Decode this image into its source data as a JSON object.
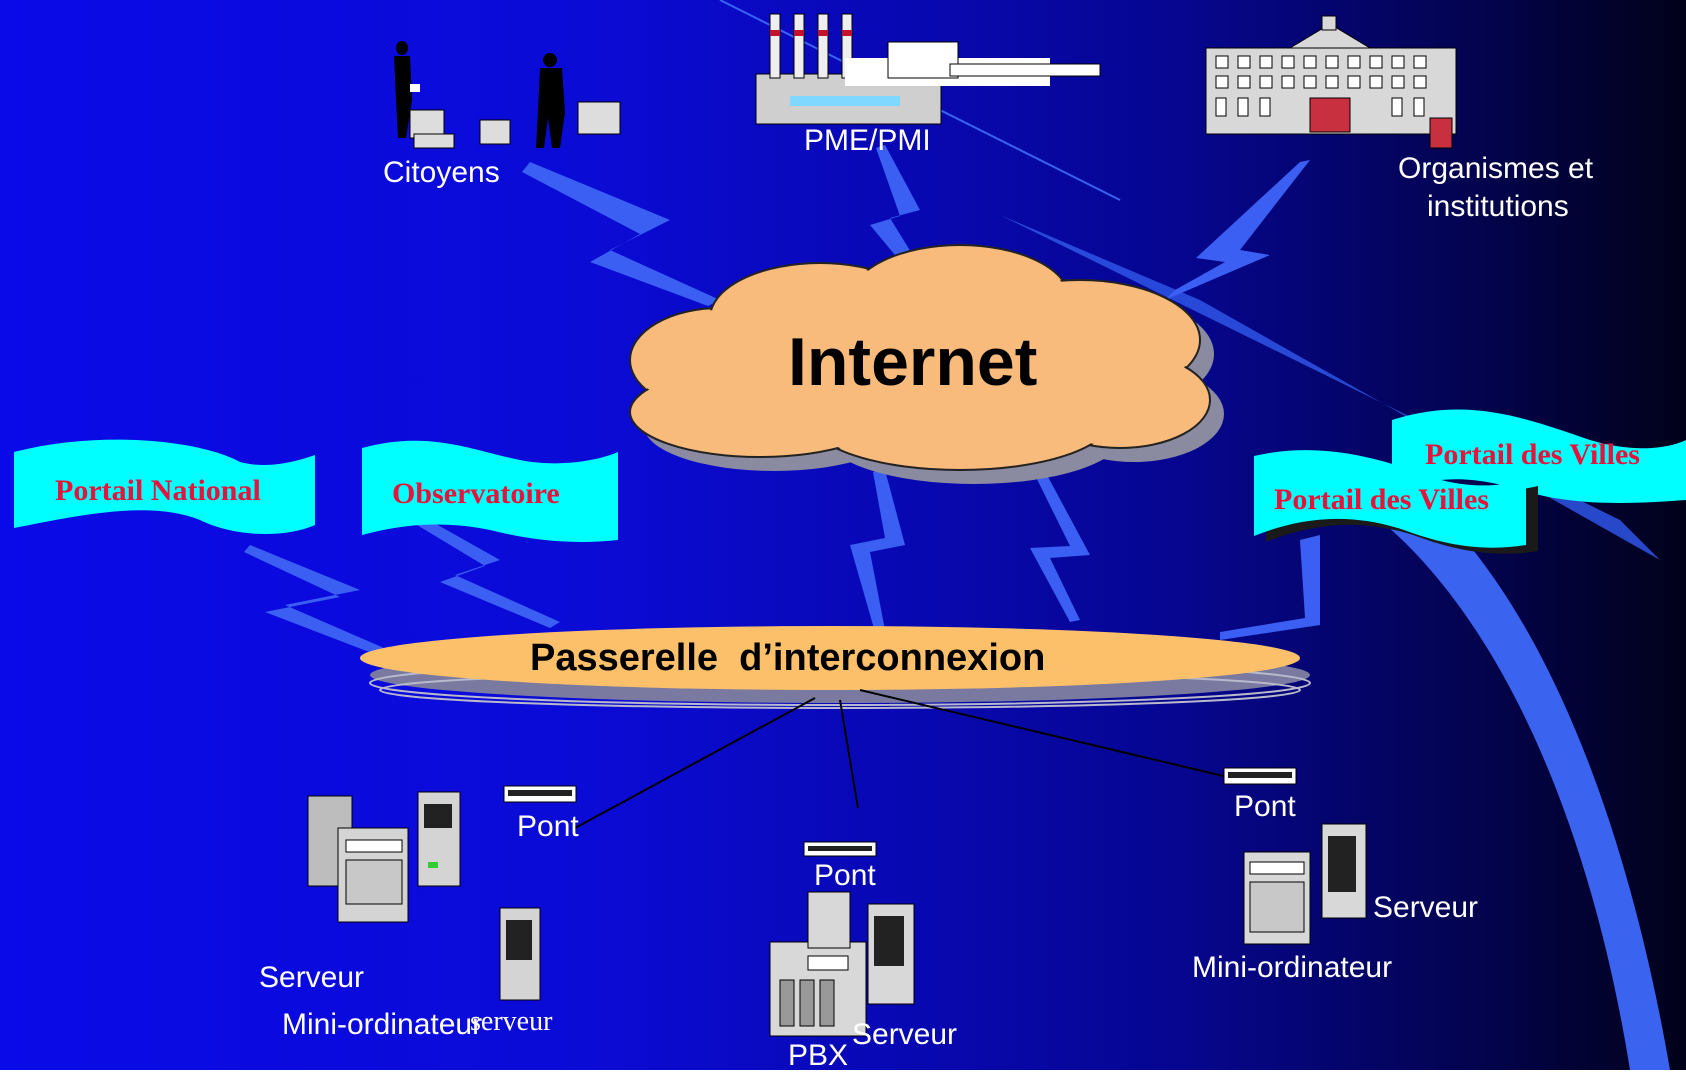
{
  "diagram": {
    "cloud_label": "Internet",
    "gateway_label": "Passerelle  d’interconnexion",
    "top_nodes": {
      "citizens": "Citoyens",
      "sme": "PME/PMI",
      "institutions_line1": "Organismes et",
      "institutions_line2": "institutions"
    },
    "banners": {
      "national": "Portail National",
      "observatory": "Observatoire",
      "cities_back": "Portail des Villes",
      "cities_front": "Portail des Villes"
    },
    "left_group": {
      "bridge": "Pont",
      "server": "Serveur",
      "minicomputer": "Mini-ordinateur",
      "server_small": "serveur"
    },
    "middle_group": {
      "bridge": "Pont",
      "pbx": "PBX",
      "server": "Serveur"
    },
    "right_group": {
      "bridge": "Pont",
      "server": "Serveur",
      "minicomputer": "Mini-ordinateur"
    }
  },
  "colors": {
    "background_left": "#0a0ae8",
    "background_right": "#01011a",
    "swoosh": "#3a63f0",
    "lightning": "#3a63f0",
    "cloud_fill": "#f8bb7c",
    "gateway_fill": "#fbc069",
    "banner_fill": "#00ffff",
    "banner_text": "#e8123a"
  }
}
